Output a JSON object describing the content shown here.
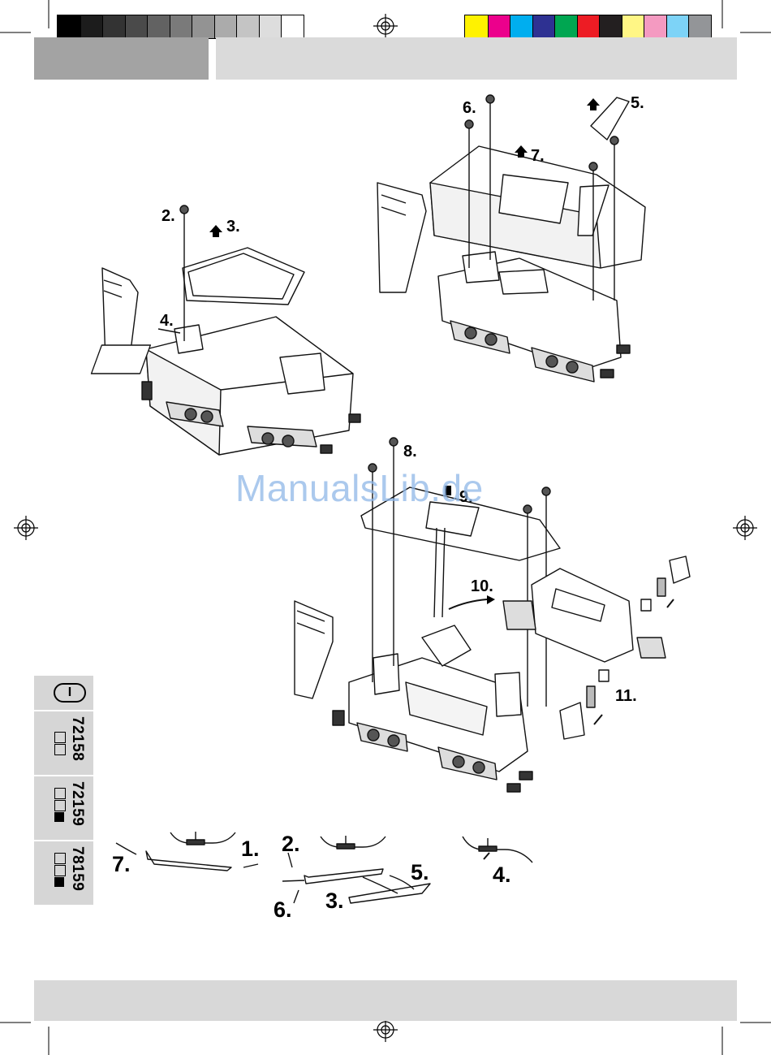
{
  "print_marks": {
    "grayscale_swatches": [
      "#000000",
      "#1c1c1c",
      "#333333",
      "#4a4a4a",
      "#626262",
      "#7a7a7a",
      "#939393",
      "#ababab",
      "#c4c4c4",
      "#dddddd",
      "#ffffff"
    ],
    "color_swatches": [
      "#fff200",
      "#ec008c",
      "#00aeef",
      "#2e3192",
      "#00a651",
      "#ed1c24",
      "#231f20",
      "#fff685",
      "#f49ac1",
      "#7dd3f7",
      "#939598"
    ]
  },
  "sidebar": {
    "language_badge": "I",
    "product_codes": [
      "72158",
      "72159",
      "78159"
    ]
  },
  "steps": {
    "top_left": [
      "2.",
      "3.",
      "4."
    ],
    "top_right": [
      "5.",
      "6.",
      "7."
    ],
    "middle": [
      "8.",
      "9.",
      "10.",
      "11."
    ],
    "bottom_left": [
      "1.",
      "7."
    ],
    "bottom_center": [
      "2.",
      "3.",
      "5.",
      "6."
    ],
    "bottom_right": [
      "4."
    ]
  },
  "watermark": "ManualsLib.de"
}
